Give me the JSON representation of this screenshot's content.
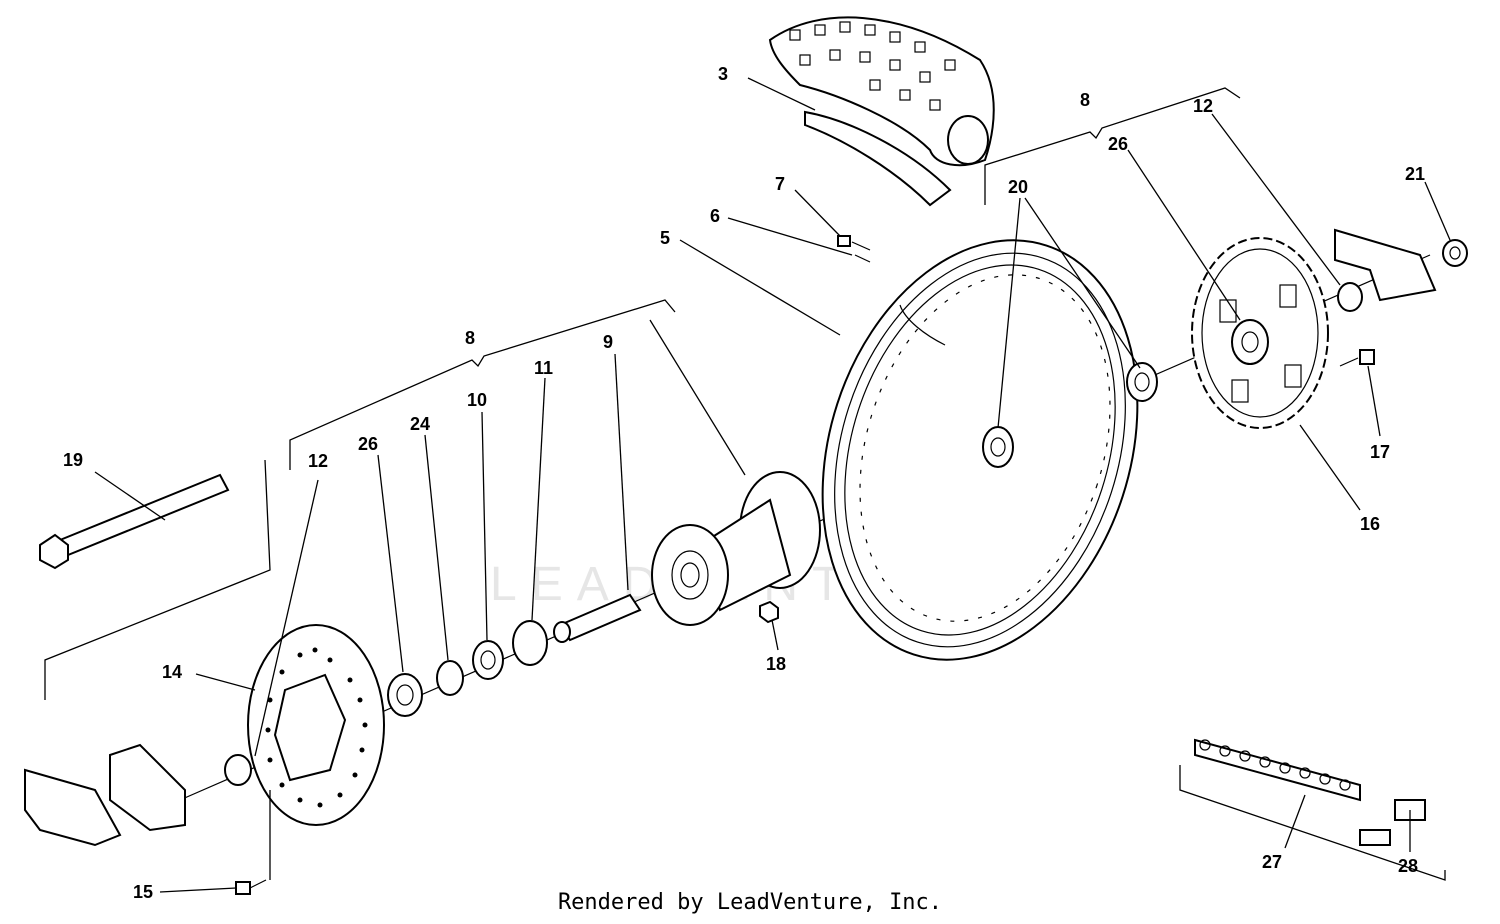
{
  "watermark": "LEADVENTURE",
  "footer": "Rendered by LeadVenture, Inc.",
  "callouts": {
    "c3": "3",
    "c5": "5",
    "c6": "6",
    "c7": "7",
    "c8_right": "8",
    "c12_right": "12",
    "c26_right": "26",
    "c20": "20",
    "c21": "21",
    "c17": "17",
    "c16": "16",
    "c8_left": "8",
    "c9": "9",
    "c11": "11",
    "c10": "10",
    "c24": "24",
    "c26_left": "26",
    "c12_left": "12",
    "c19": "19",
    "c14": "14",
    "c15": "15",
    "c18": "18",
    "c27": "27",
    "c28": "28"
  }
}
